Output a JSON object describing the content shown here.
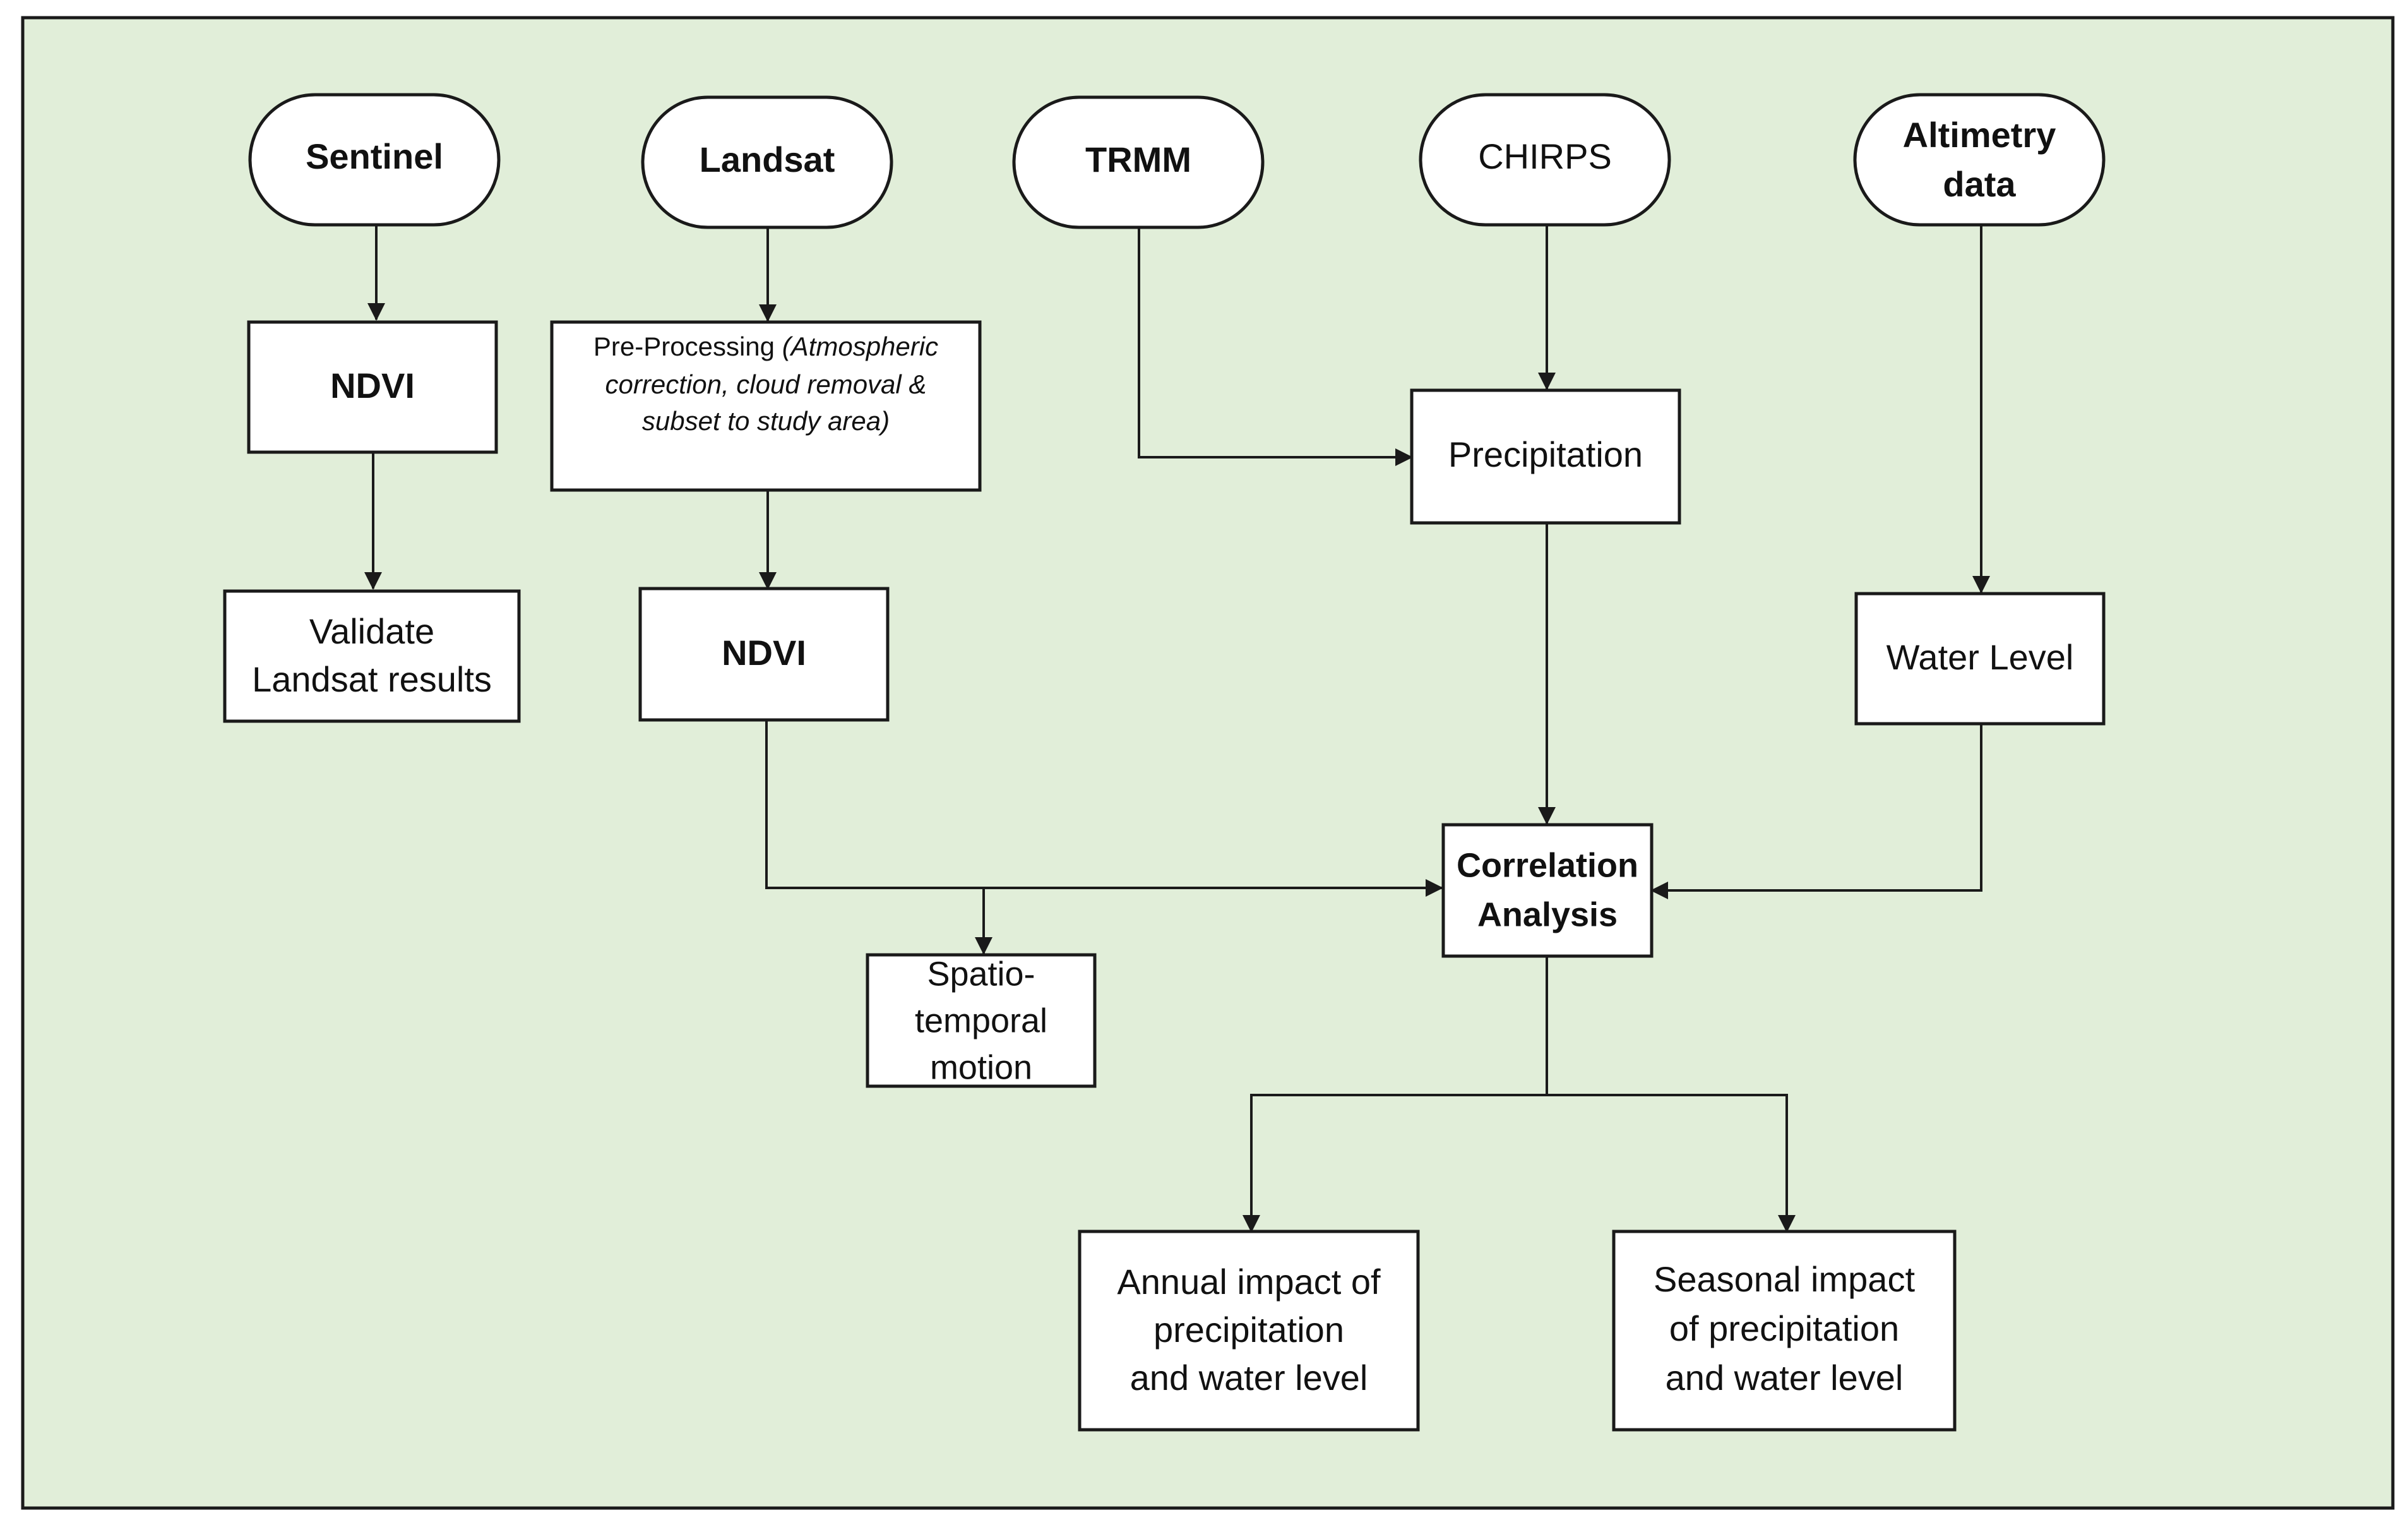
{
  "colors": {
    "background": "#e1eed9",
    "stroke": "#1a1a1a",
    "node_fill": "#ffffff",
    "text": "#111111"
  },
  "nodes": {
    "sentinel": {
      "shape": "terminal",
      "lines": [
        "Sentinel"
      ],
      "bold": true
    },
    "landsat": {
      "shape": "terminal",
      "lines": [
        "Landsat"
      ],
      "bold": true
    },
    "trmm": {
      "shape": "terminal",
      "lines": [
        "TRMM"
      ],
      "bold": true
    },
    "chirps": {
      "shape": "terminal",
      "lines": [
        "CHIRPS"
      ],
      "bold": false
    },
    "altimetry": {
      "shape": "terminal",
      "lines": [
        "Altimetry",
        "data"
      ],
      "bold": true
    },
    "ndvi_sentinel": {
      "shape": "process",
      "lines": [
        "NDVI"
      ],
      "bold": true
    },
    "preprocessing": {
      "shape": "process",
      "line1_normal": "Pre-Processing",
      "line1_italic": "(Atmospheric",
      "line2_italic": "correction, cloud removal  &",
      "line3_italic": "subset to study area)"
    },
    "precipitation": {
      "shape": "process",
      "lines": [
        "Precipitation"
      ],
      "bold": false
    },
    "validate": {
      "shape": "process",
      "lines": [
        "Validate",
        "Landsat results"
      ],
      "bold": false
    },
    "ndvi_landsat": {
      "shape": "process",
      "lines": [
        "NDVI"
      ],
      "bold": true
    },
    "water_level": {
      "shape": "process",
      "lines": [
        "Water Level"
      ],
      "bold": false
    },
    "correlation": {
      "shape": "process",
      "lines": [
        "Correlation",
        "Analysis"
      ],
      "bold": true
    },
    "spatio": {
      "shape": "process",
      "lines": [
        "Spatio-",
        "temporal",
        "motion"
      ],
      "bold": false
    },
    "annual": {
      "shape": "process",
      "lines": [
        "Annual impact of",
        "precipitation",
        "and water level"
      ],
      "bold": false
    },
    "seasonal": {
      "shape": "process",
      "lines": [
        "Seasonal impact",
        "of precipitation",
        "and water level"
      ],
      "bold": false
    }
  }
}
